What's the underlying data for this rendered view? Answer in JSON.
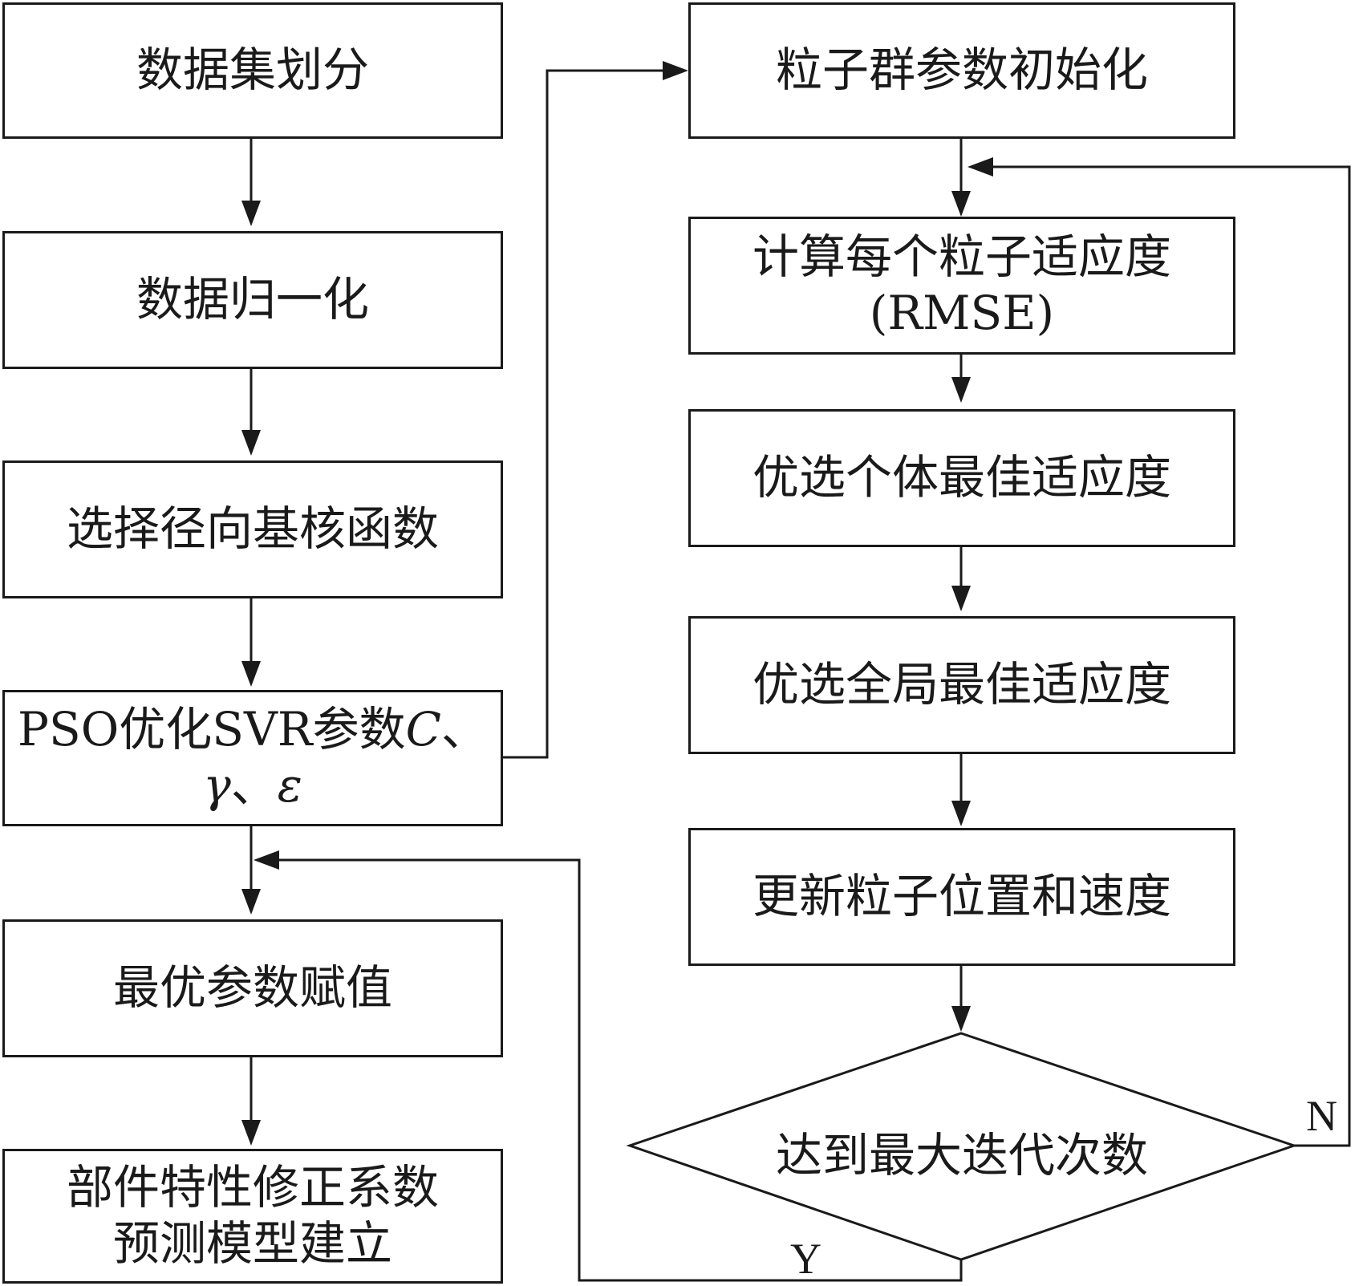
{
  "nodes": {
    "data_split": "数据集划分",
    "normalize": "数据归一化",
    "kernel": "选择径向基核函数",
    "pso_line1": "PSO优化SVR参数",
    "pso_c": "C",
    "pso_sep1": "、",
    "pso_gamma": "γ",
    "pso_sep2": "、",
    "pso_eps": "ε",
    "assign": "最优参数赋值",
    "model_line1": "部件特性修正系数",
    "model_line2": "预测模型建立",
    "init": "粒子群参数初始化",
    "fitness_line1": "计算每个粒子适应度",
    "fitness_line2": "(RMSE)",
    "pbest": "优选个体最佳适应度",
    "gbest": "优选全局最佳适应度",
    "update": "更新粒子位置和速度",
    "decision": "达到最大迭代次数"
  },
  "branches": {
    "no": "N",
    "yes": "Y"
  },
  "colors": {
    "stroke": "#1a1a1a",
    "background": "#ffffff"
  }
}
